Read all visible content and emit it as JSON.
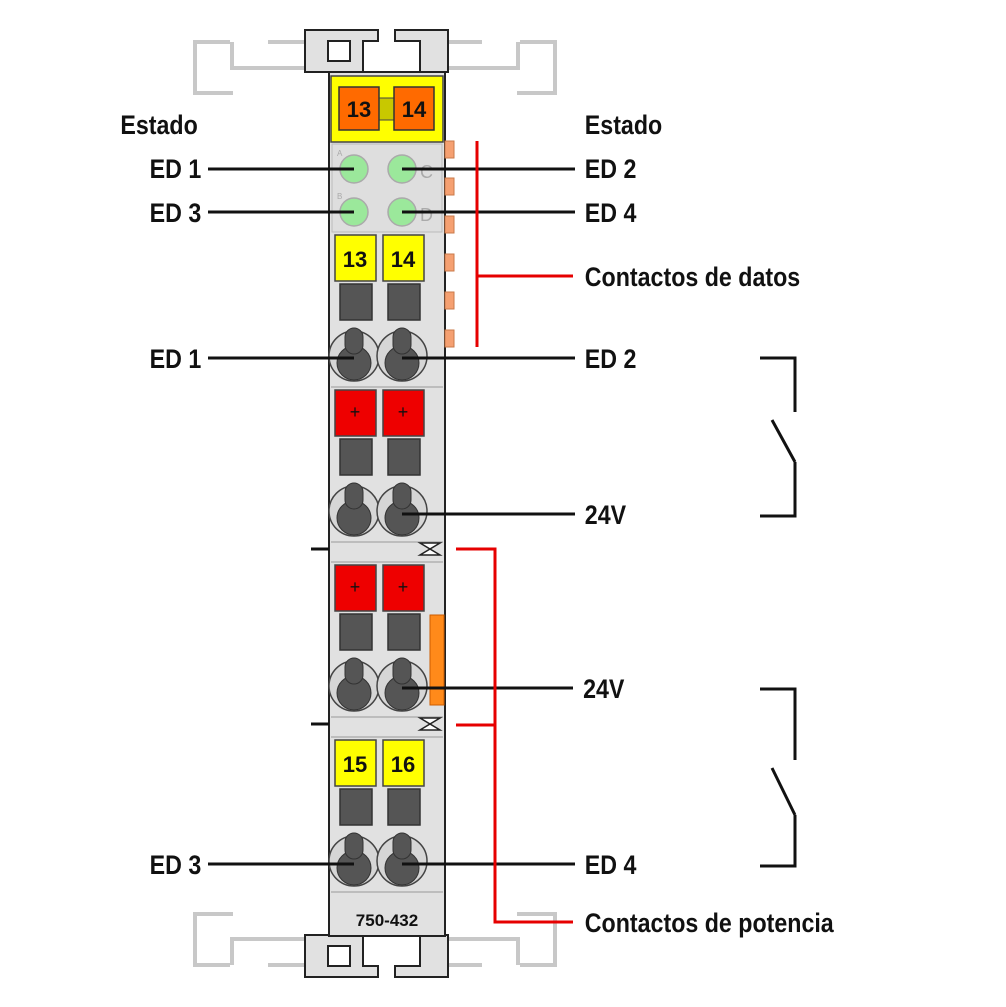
{
  "diagram": {
    "status_label_left": "Estado",
    "status_label_right": "Estado",
    "led_labels": {
      "a": "ED 1",
      "b": "ED 3",
      "c": "ED 2",
      "d": "ED 4"
    },
    "led_letters": {
      "a": "A",
      "b": "B",
      "c": "C",
      "d": "D"
    },
    "top_marker": {
      "left": "13",
      "right": "14"
    },
    "terminal_markers": {
      "row1": {
        "left": "13",
        "right": "14"
      },
      "row4": {
        "left": "15",
        "right": "16"
      }
    },
    "plus_sign": "+",
    "connection_labels": {
      "left_row1": "ED 1",
      "right_row1": "ED 2",
      "right_row2": "24V",
      "right_row3": "24V",
      "left_row4": "ED 3",
      "right_row4": "ED 4"
    },
    "data_contacts_label": "Contactos de datos",
    "power_contacts_label": "Contactos de potencia",
    "model_number": "750-432",
    "colors": {
      "housing": "#e1e1e1",
      "marker_yellow": "#ffff00",
      "marker_orange": "#ff6a00",
      "led_green": "#9be89b",
      "plus_red": "#ee0000",
      "contact_line_red": "#e60000",
      "terminal_dark": "#555555",
      "rail_outline": "#c8c8c8"
    }
  }
}
